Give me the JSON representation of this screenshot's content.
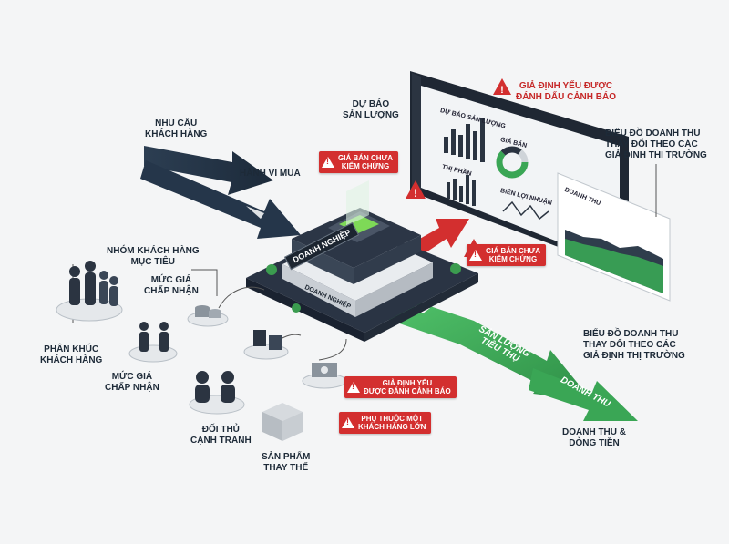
{
  "labels": {
    "nhu_cau": [
      "NHU CẦU",
      "KHÁCH HÀNG"
    ],
    "hanh_vi": "HÀNH VI MUA",
    "du_bao": [
      "DỰ BÁO",
      "SẢN LƯỢNG"
    ],
    "nhom_kh": [
      "NHÓM KHÁCH HÀNG",
      "MỤC TIÊU"
    ],
    "muc_gia_top": [
      "MỨC GIÁ",
      "CHẤP NHẬN"
    ],
    "phan_khuc": [
      "PHÂN KHÚC",
      "KHÁCH HÀNG"
    ],
    "muc_gia_bottom": [
      "MỨC GIÁ",
      "CHẤP NHẬN"
    ],
    "doi_thu": [
      "ĐỐI THỦ",
      "CẠNH TRANH"
    ],
    "san_pham": [
      "SẢN PHẨM",
      "THAY THẾ"
    ],
    "bieu_do_top": [
      "BIỂU ĐỒ DOANH THU",
      "THAY ĐỔI THEO CÁC",
      "GIẢ ĐỊNH THỊ TRƯỜNG"
    ],
    "bieu_do_bottom": [
      "BIỂU ĐỒ DOANH THU",
      "THAY ĐỔI THEO CÁC",
      "GIẢ ĐỊNH THỊ TRƯỜNG"
    ],
    "doanh_thu_dong_tien": [
      "DOANH THU &",
      "DÒNG TIỀN"
    ],
    "gia_dinh_top": [
      "GIẢ ĐỊNH YẾU ĐƯỢC",
      "ĐÁNH DẤU CẢNH BÁO"
    ]
  },
  "warnings": {
    "w1": [
      "GIÁ BÁN CHƯA",
      "KIỂM CHỨNG"
    ],
    "w2": [
      "GIÁ BÁN CHƯA",
      "KIỂM CHỨNG"
    ],
    "w3": [
      "GIẢ ĐỊNH YẾU",
      "ĐƯỢC ĐÁNH CẢNH BÁO"
    ],
    "w4": [
      "PHỤ THUỘC MỘT",
      "KHÁCH HÀNG LỚN"
    ]
  },
  "building": {
    "sign": "DOANH NGHIỆP",
    "side_sign": "DOANH NGHIỆP"
  },
  "ribbons": {
    "san_luong": [
      "SẢN LƯỢNG",
      "TIÊU THỤ"
    ],
    "doanh_thu": "DOANH THU"
  },
  "dashboard": {
    "panels": [
      "DỰ BÁO SẢN LƯỢNG",
      "GIÁ BÁN",
      "THỊ PHẦN",
      "BIÊN LỢI NHUẬN"
    ],
    "revenue_panel": "DOANH THU"
  },
  "colors": {
    "navy": "#243447",
    "red": "#d32f2f",
    "green": "#3fae5a",
    "bg": "#f4f5f6"
  }
}
